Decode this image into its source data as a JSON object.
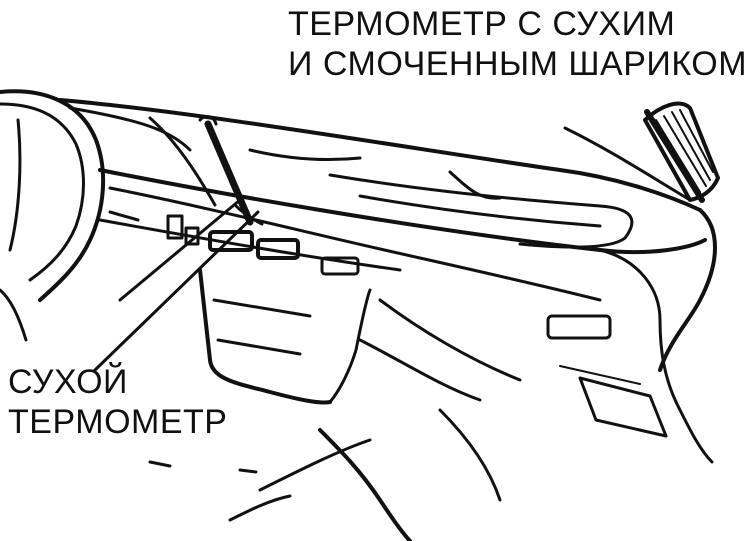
{
  "labels": {
    "wet_dry_thermometer": {
      "line1": "ТЕРМОМЕТР С СУХИМ",
      "line2": "И СМОЧЕННЫМ ШАРИКОМ"
    },
    "dry_thermometer": {
      "line1": "СУХОЙ",
      "line2": "ТЕРМОМЕТР"
    }
  },
  "colors": {
    "ink": "#111111",
    "background": "#ffffff"
  }
}
